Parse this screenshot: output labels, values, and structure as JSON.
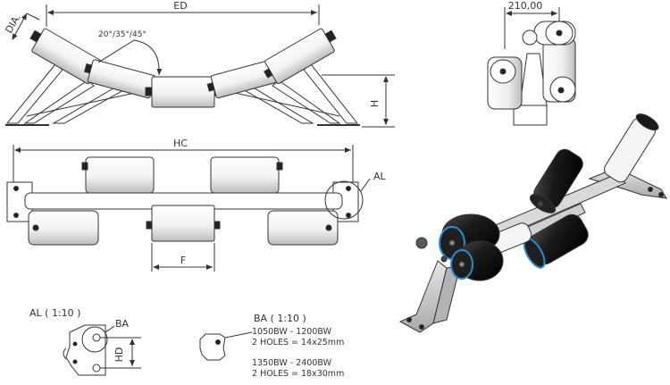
{
  "front_view": {
    "dim_ed": "ED",
    "dim_dia": "DIA.",
    "dim_h": "H",
    "trough_angles": "20°/35°/45°"
  },
  "side_view": {
    "dim_width": "210,00"
  },
  "top_view": {
    "dim_hc": "HC",
    "dim_f": "F",
    "callout_al": "AL"
  },
  "detail_al": {
    "title": "AL ( 1:10 )",
    "callout_ba": "BA",
    "dim_hd": "HD"
  },
  "detail_ba": {
    "title": "BA ( 1:10 )",
    "notes": [
      "1050BW - 1200BW",
      "2 HOLES = 14x25mm",
      "1350BW - 2400BW",
      "2 HOLES = 18x30mm"
    ]
  },
  "colors": {
    "line": "#333333",
    "roller_black": "#1c1c1c",
    "roller_ring": "#2a8bd0",
    "frame_gray": "#c8c8c8"
  }
}
